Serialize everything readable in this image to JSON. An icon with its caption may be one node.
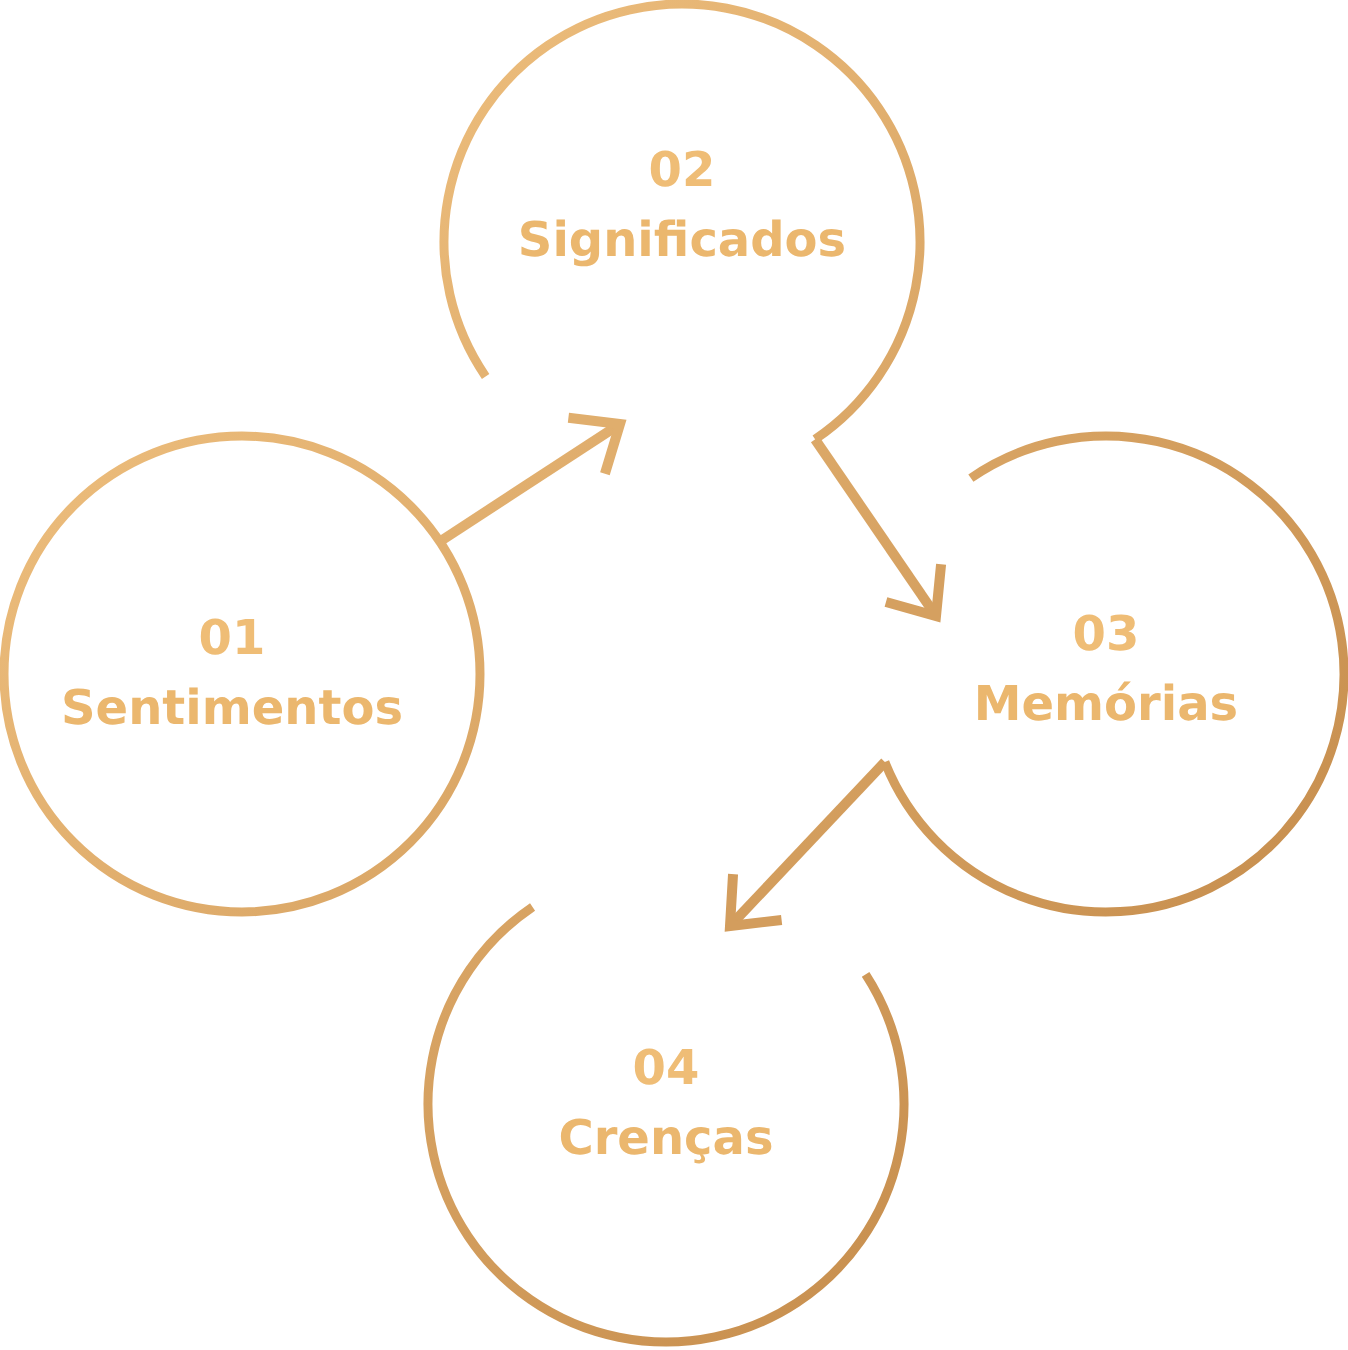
{
  "diagram": {
    "nodes": [
      {
        "text": [
          "01",
          "Sentimentos"
        ]
      },
      {
        "text": [
          "02",
          "Significados"
        ]
      },
      {
        "text": [
          "03",
          "Memórias"
        ]
      },
      {
        "text": [
          "04",
          "Crenças"
        ]
      }
    ],
    "edges": [
      {
        "from": 0,
        "to": 1,
        "arrow": "to"
      },
      {
        "from": 1,
        "to": 2,
        "arrow": "to"
      },
      {
        "from": 2,
        "to": 3,
        "arrow": "to"
      }
    ]
  }
}
